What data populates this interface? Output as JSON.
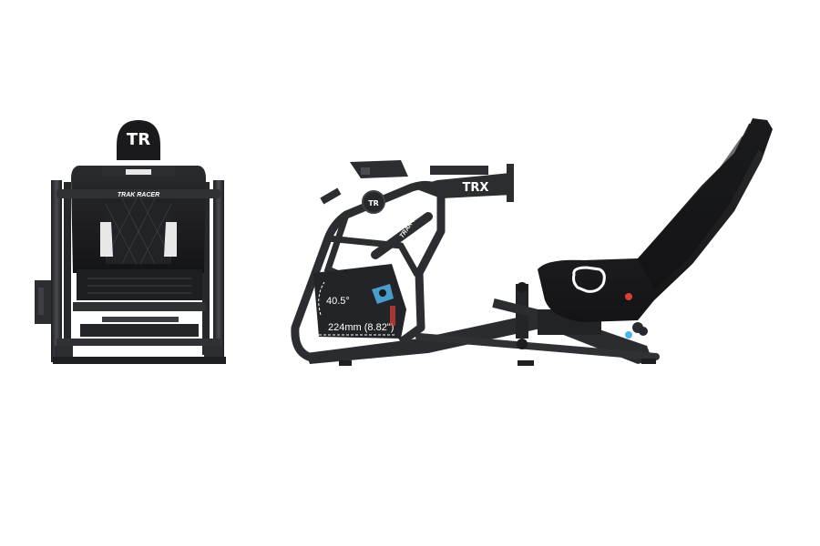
{
  "front_view": {
    "headrest_logo": "TR",
    "brand_bar": "TRAK RACER"
  },
  "side_view": {
    "frame_logo": "TRX",
    "frame_text": "TRAK RACER",
    "angle_label": "40.5°",
    "length_label": "224mm (8.82\")",
    "small_logo": "TR"
  },
  "colors": {
    "frame": "#2b2d30",
    "frame_dark": "#1a1b1d",
    "seat": "#1c1c1e",
    "accent_blue": "#4fb3e8",
    "accent_red": "#d8403a",
    "background": "#ffffff"
  }
}
